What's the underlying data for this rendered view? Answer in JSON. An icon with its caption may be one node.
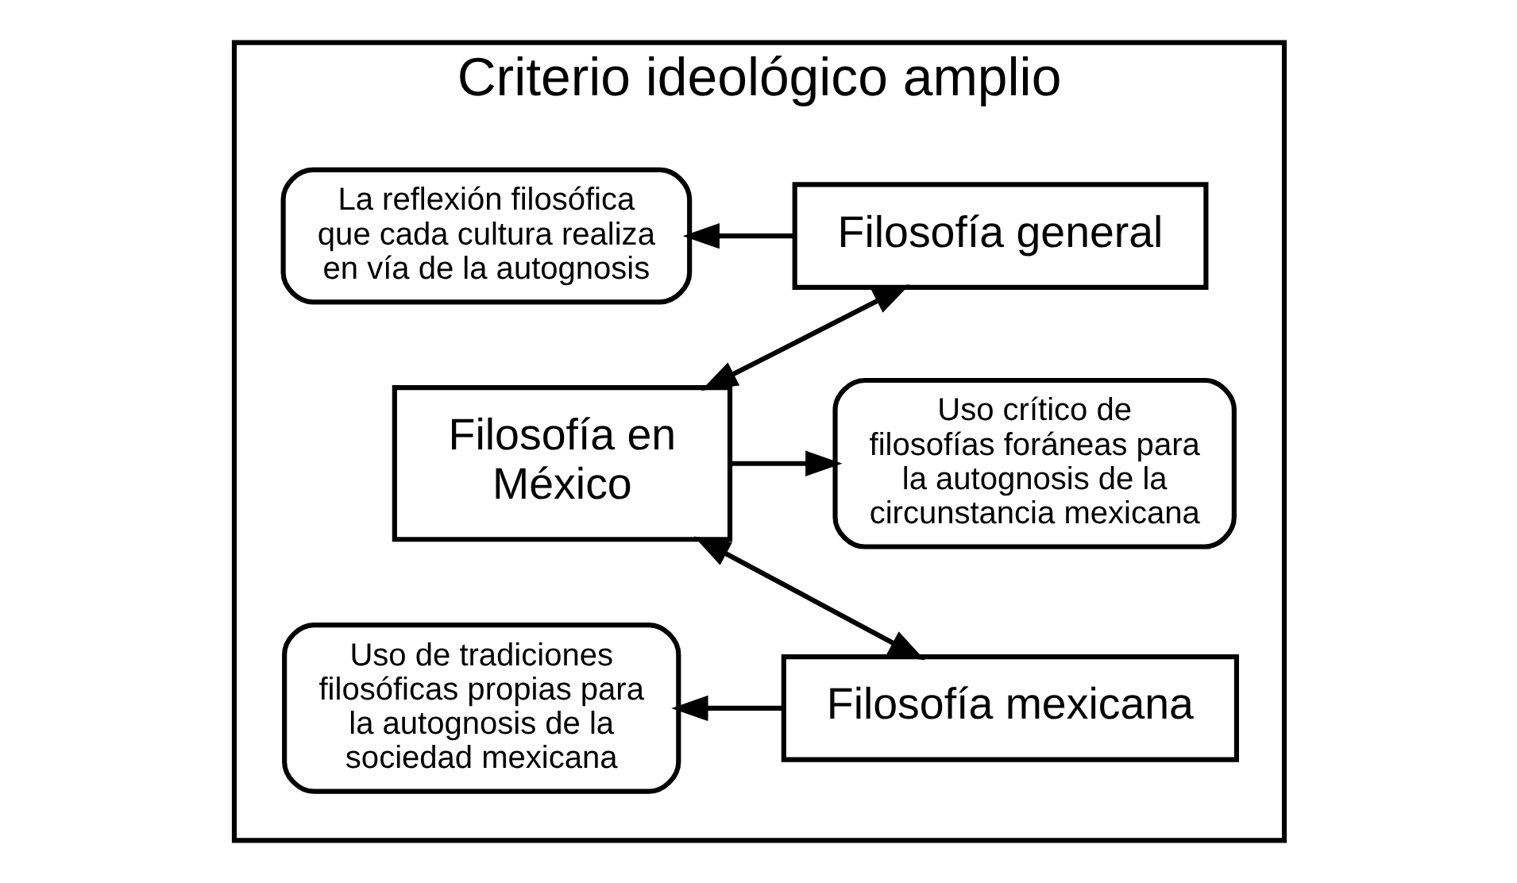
{
  "diagram": {
    "nodes": [
      {
        "text": [
          "Criterio ideológico amplio"
        ]
      },
      {
        "text": [
          "La reflexión filosófica que cada cultura realiza en vía de la autognosis"
        ],
        "in": 0
      },
      {
        "text": [
          "Filosofía general"
        ],
        "in": 0
      },
      {
        "text": [
          "Filosofía en México"
        ],
        "in": 0
      },
      {
        "text": [
          "Uso crítico de filosofías foráneas para la autognosis de la circunstancia mexicana"
        ],
        "in": 0
      },
      {
        "text": [
          "Uso de tradiciones filosóficas propias para la autognosis de la sociedad mexicana"
        ],
        "in": 0
      },
      {
        "text": [
          "Filosofía mexicana"
        ],
        "in": 0
      }
    ],
    "edges": [
      {
        "from": 2,
        "to": 1,
        "arrow": "to"
      },
      {
        "from": 2,
        "to": 3,
        "arrow": "both"
      },
      {
        "from": 3,
        "to": 4,
        "arrow": "to"
      },
      {
        "from": 3,
        "to": 6,
        "arrow": "both"
      },
      {
        "from": 6,
        "to": 5,
        "arrow": "to"
      }
    ]
  }
}
